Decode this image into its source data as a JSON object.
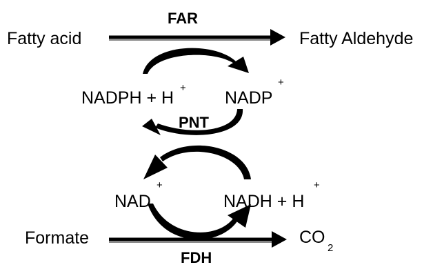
{
  "reactions": {
    "top": {
      "substrate": "Fatty acid",
      "product": "Fatty Aldehyde",
      "enzyme": "FAR"
    },
    "bottom": {
      "substrate": "Formate",
      "product_base": "CO",
      "product_subscript": "2",
      "enzyme": "FDH"
    }
  },
  "cofactors": {
    "nadph_h": {
      "base": "NADPH + H",
      "charge": "+"
    },
    "nadp": {
      "base": "NADP",
      "charge": "+"
    },
    "nad": {
      "base": "NAD",
      "charge": "+"
    },
    "nadh_h": {
      "base": "NADH + H",
      "charge": "+"
    }
  },
  "coupling_enzyme": "PNT",
  "colors": {
    "ink": "#000000",
    "background": "#ffffff"
  }
}
